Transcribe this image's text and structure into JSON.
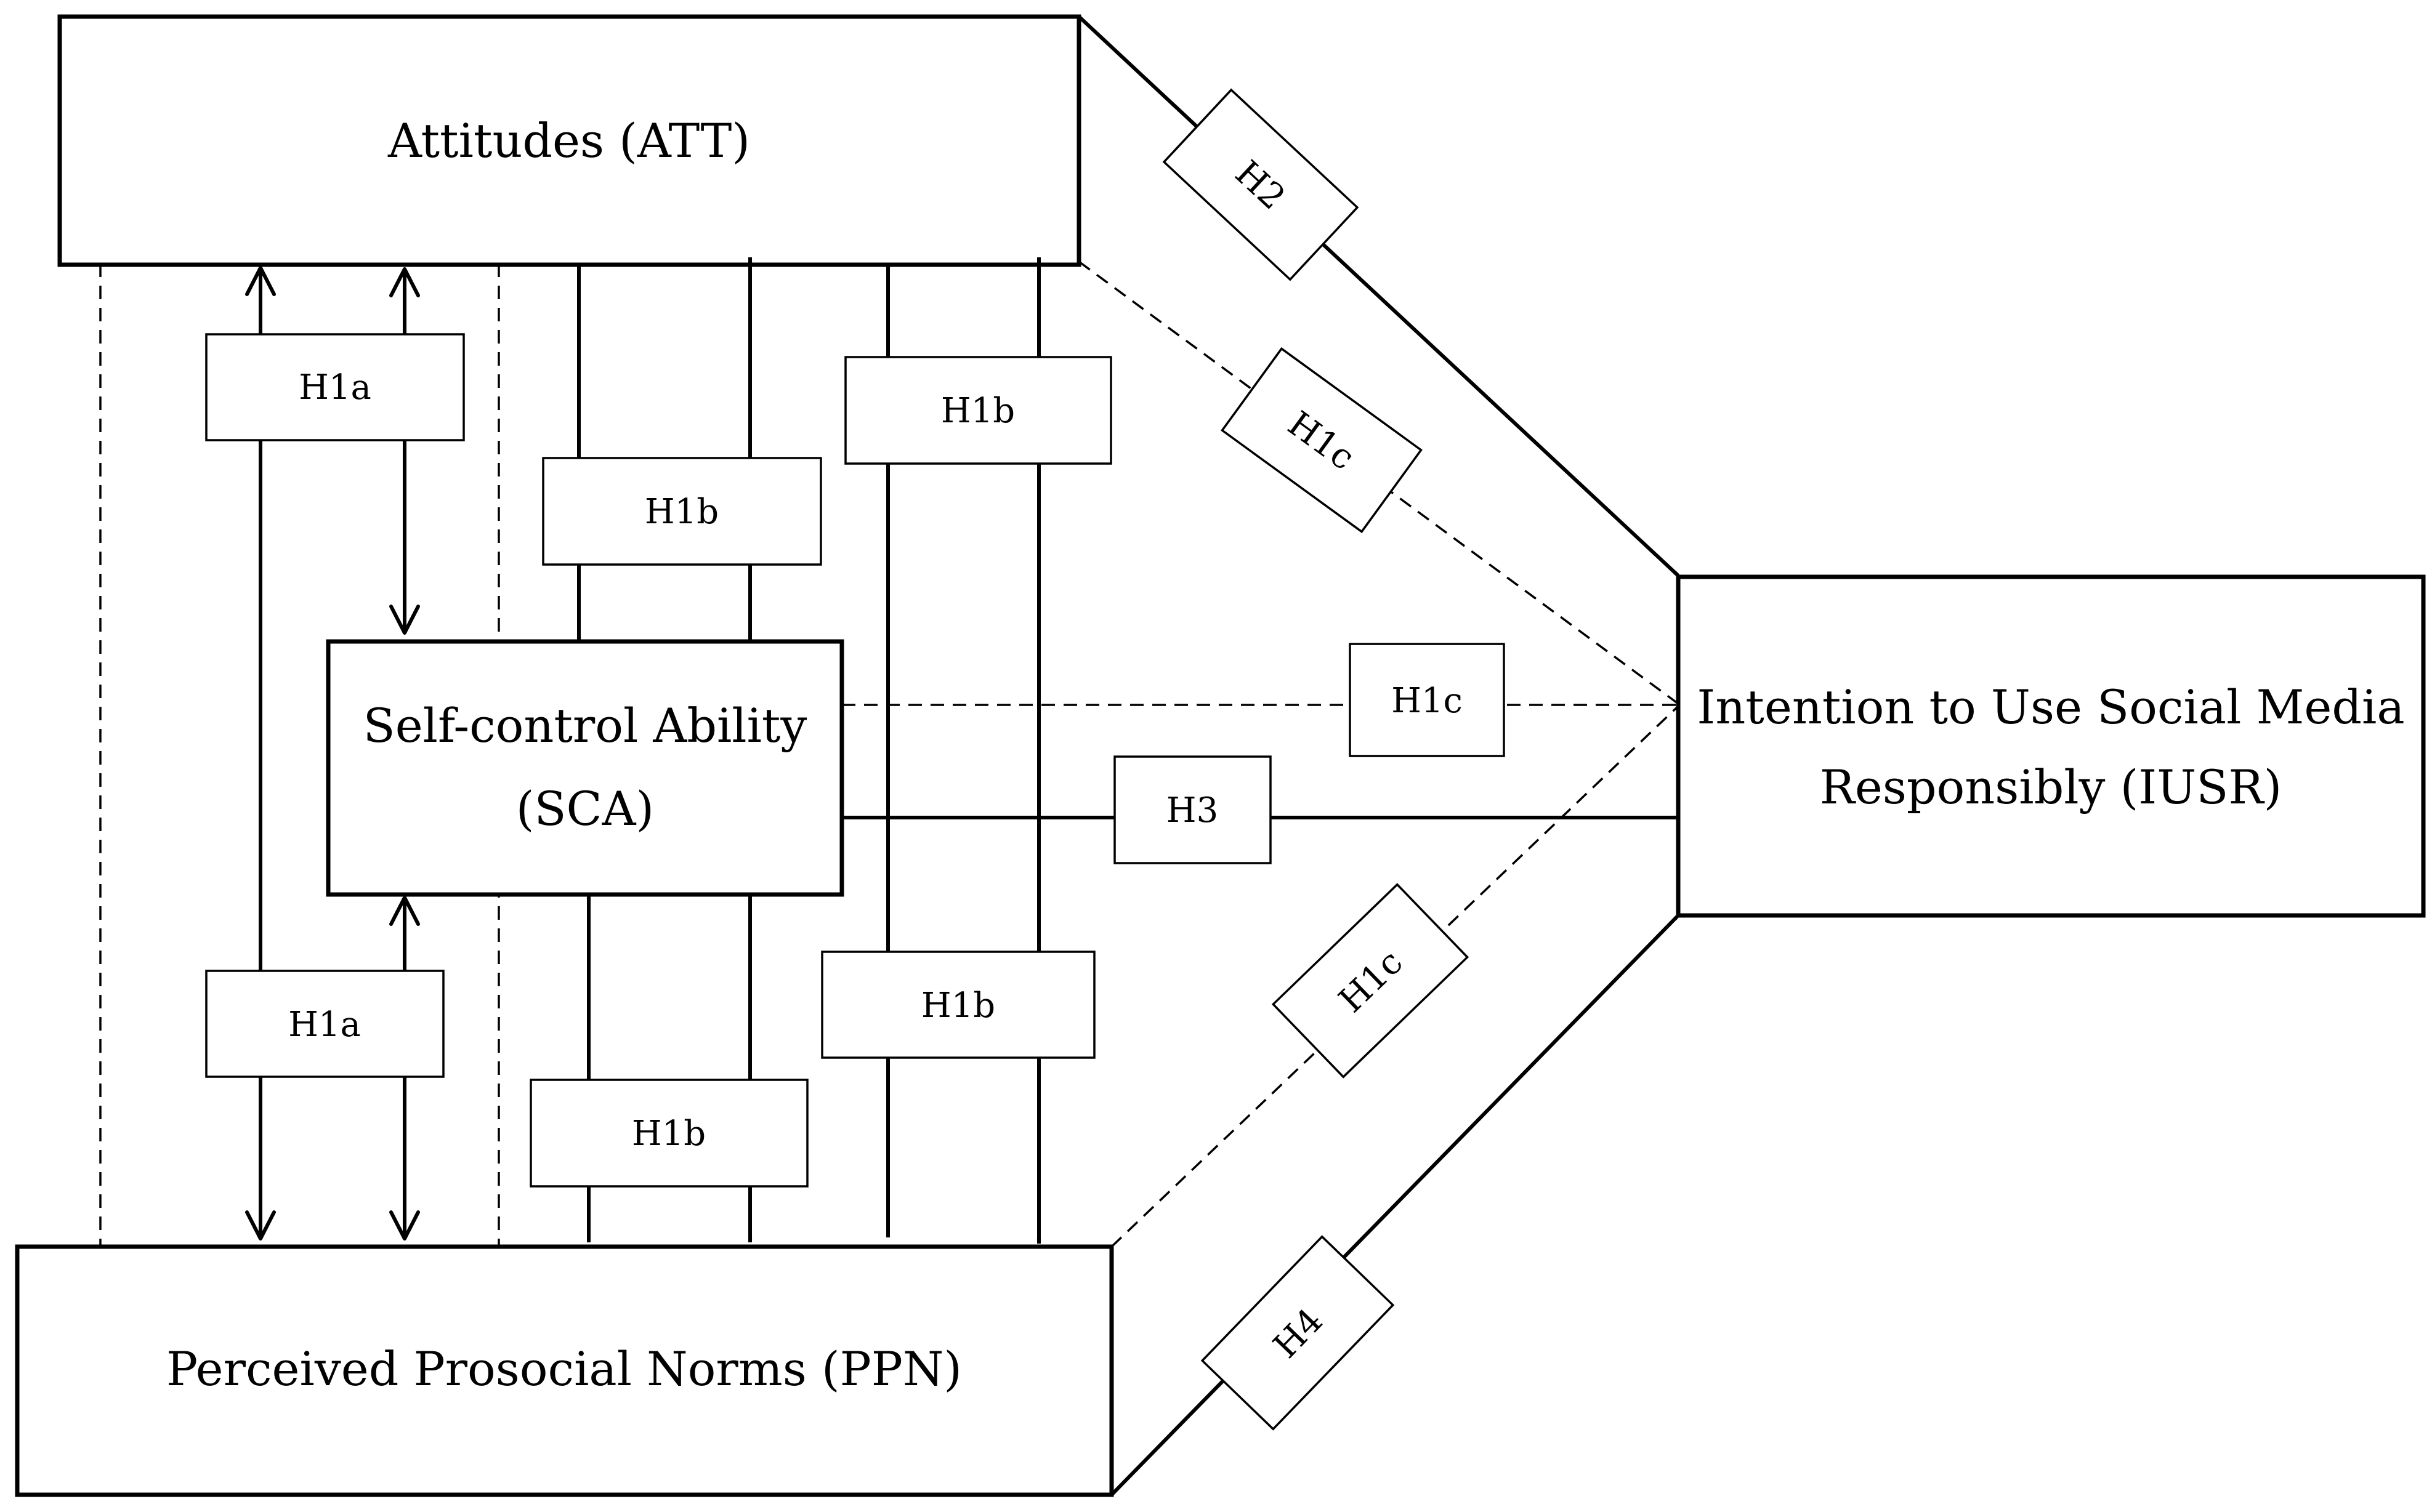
{
  "constructs": {
    "att": "Attitudes (ATT)",
    "sca_line1": "Self-control Ability",
    "sca_line2": "(SCA)",
    "ppn": "Perceived Prosocial Norms (PPN)",
    "iusr_line1": "Intention to Use Social Media",
    "iusr_line2": "Responsibly (IUSR)"
  },
  "hypotheses": {
    "h1a_top": "H1a",
    "h1a_bottom": "H1a",
    "h1b_top_left": "H1b",
    "h1b_top_right": "H1b",
    "h1b_bottom_left": "H1b",
    "h1b_bottom_right": "H1b",
    "h1c_att": "H1c",
    "h1c_sca": "H1c",
    "h1c_ppn": "H1c",
    "h2": "H2",
    "h3": "H3",
    "h4": "H4"
  }
}
